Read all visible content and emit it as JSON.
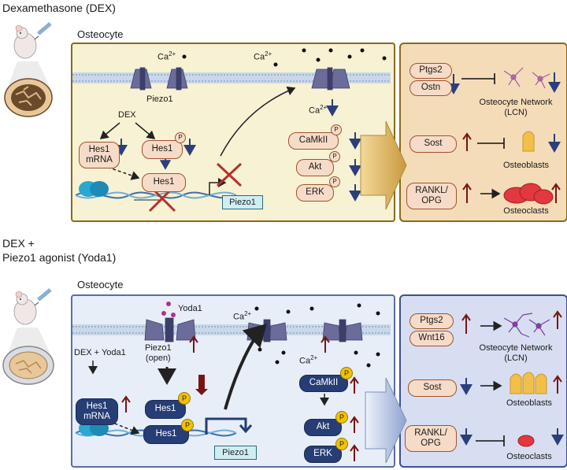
{
  "panel1": {
    "title": "Dexamethasone (DEX)",
    "cell_label": "Osteocyte",
    "ca_label": "Ca",
    "ca_sup": "2+",
    "piezo_label": "Piezo1",
    "dex_label": "DEX",
    "hes1_mrna_line1": "Hes1",
    "hes1_mrna_line2": "mRNA",
    "hes1_p": "Hes1",
    "hes1_nuc": "Hes1",
    "p_label": "P",
    "gene_label": "Piezo1",
    "kinases": [
      "CaMkII",
      "Akt",
      "ERK"
    ],
    "outputs": {
      "ptgs2": "Ptgs2",
      "ostn": "Ostn",
      "network_line1": "Osteocyte Network",
      "network_line2": "(LCN)",
      "sost": "Sost",
      "osteoblasts": "Osteoblasts",
      "rankl_line1": "RANKL/",
      "rankl_line2": "OPG",
      "osteoclasts": "Osteoclasts"
    },
    "colors": {
      "fill": "#f7f2d4",
      "border": "#8a6a1a",
      "output_fill": "#f5dcb8"
    }
  },
  "panel2": {
    "title_line1": "DEX +",
    "title_line2": "Piezo1 agonist (Yoda1)",
    "cell_label": "Osteocyte",
    "yoda_label": "Yoda1",
    "ca_label": "Ca",
    "ca_sup": "2+",
    "piezo_line1": "Piezo1",
    "piezo_line2": "(open)",
    "stim_label": "DEX + Yoda1",
    "hes1_mrna_line1": "Hes1",
    "hes1_mrna_line2": "mRNA",
    "hes1_p": "Hes1",
    "hes1_nuc": "Hes1",
    "p_label": "P",
    "gene_label": "Piezo1",
    "kinases": [
      "CaMkII",
      "Akt",
      "ERK"
    ],
    "outputs": {
      "ptgs2": "Ptgs2",
      "wnt16": "Wnt16",
      "network_line1": "Osteocyte Network",
      "network_line2": "(LCN)",
      "sost": "Sost",
      "osteoblasts": "Osteoblasts",
      "rankl_line1": "RANKL/",
      "rankl_line2": "OPG",
      "osteoclasts": "Osteoclasts"
    },
    "colors": {
      "fill": "#e8eef8",
      "border": "#5a6ea0",
      "output_fill": "#d7def2"
    }
  },
  "colors": {
    "down_arrow": "#2b3f7a",
    "up_arrow": "#7a1414",
    "protein_dark": "#263d75",
    "phospho": "#f2c200"
  }
}
